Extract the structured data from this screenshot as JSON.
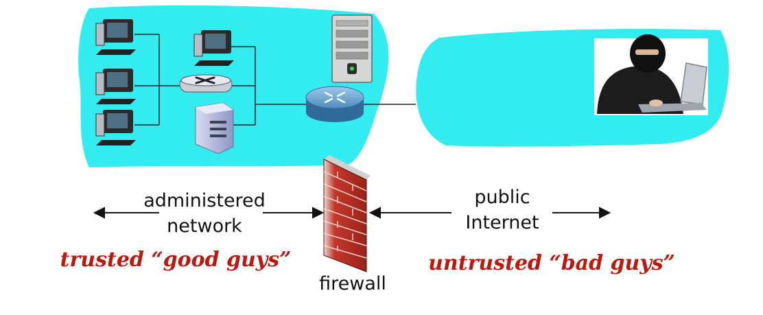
{
  "labels": {
    "admin_line1": "administered",
    "admin_line2": "network",
    "trusted": "trusted “good guys”",
    "firewall": "firewall",
    "public_line1": "public",
    "public_line2": "Internet",
    "untrusted": "untrusted “bad guys”"
  },
  "icons": {
    "workstation": "desktop-computer-icon",
    "switch": "switch-icon",
    "server": "server-tower-icon",
    "web_server": "rack-server-icon",
    "router": "router-icon",
    "firewall": "brick-wall-icon",
    "attacker": "hacker-with-laptop-icon"
  },
  "colors": {
    "cloud": "#33ecf0",
    "label_red": "#c0170c",
    "brick": "#c3372b",
    "router": "#3f7fb0"
  }
}
